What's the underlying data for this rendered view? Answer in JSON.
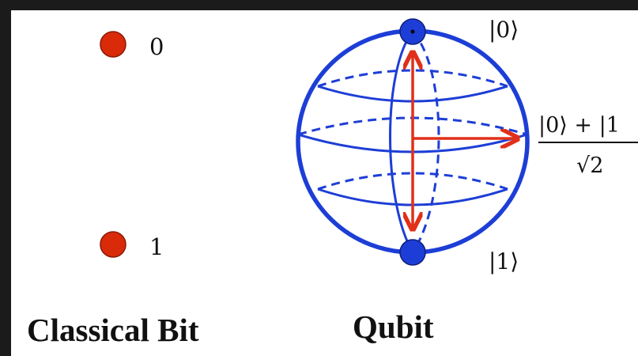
{
  "classical_bit": {
    "state_zero_label": "0",
    "state_one_label": "1",
    "caption": "Classical Bit",
    "dot_color": "#d92b0a"
  },
  "qubit": {
    "caption": "Qubit",
    "ket_zero_label": "|0⟩",
    "ket_one_label": "|1⟩",
    "superposition_numerator": "|0⟩ + |1",
    "superposition_denominator": "√2",
    "sphere_color": "#1d3ed6",
    "arrow_color": "#e0301a"
  }
}
